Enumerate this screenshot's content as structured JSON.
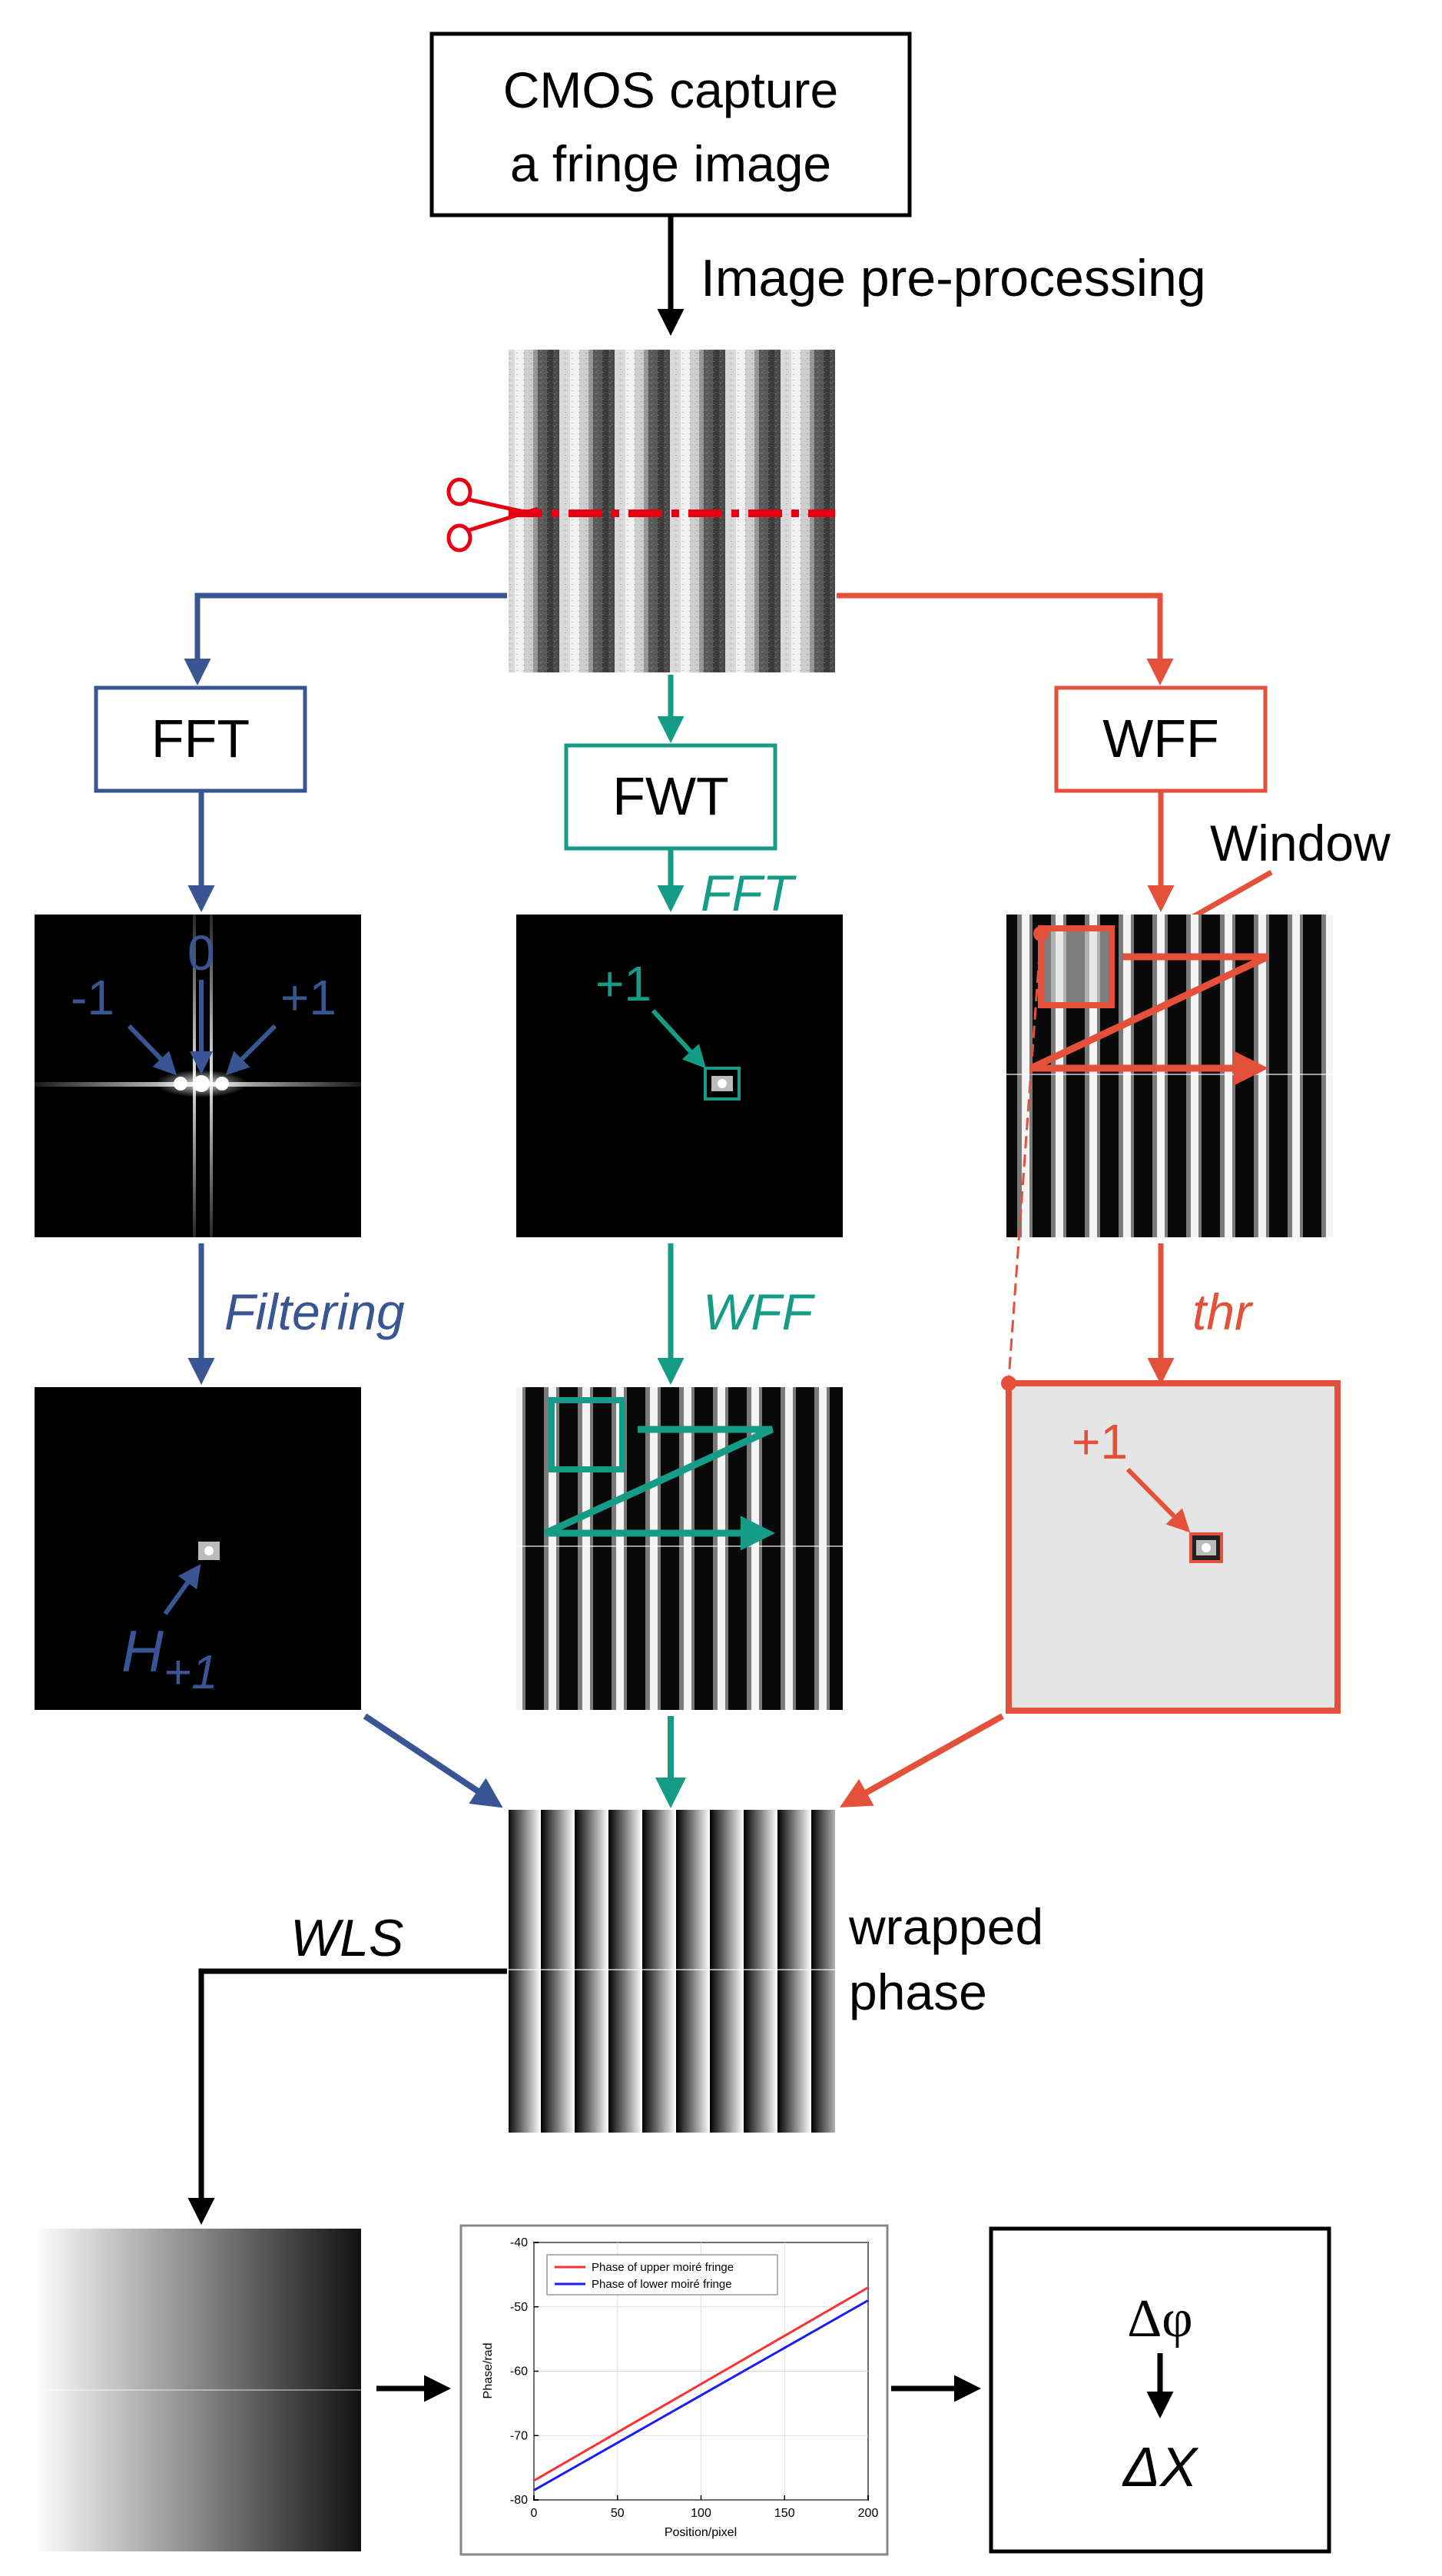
{
  "colors": {
    "fft": "#3a5593",
    "fwt": "#159c86",
    "wff": "#e4503a",
    "cut": "#e60012",
    "black": "#000000",
    "panel_bg": "#e5e5e5",
    "upper_line": "#ff3030",
    "lower_line": "#1a1aff"
  },
  "top": {
    "capture_line1": "CMOS capture",
    "capture_line2": "a  fringe image",
    "preprocess_label": "Image pre-processing"
  },
  "fft_branch": {
    "box_label": "FFT",
    "order_minus": "-1",
    "order_zero": "0",
    "order_plus": "+1",
    "filtering_label": "Filtering",
    "h_label": "H",
    "h_subscript": "+1"
  },
  "fwt_branch": {
    "box_label": "FWT",
    "fft_label": "FFT",
    "order_plus": "+1",
    "wff_label": "WFF"
  },
  "wff_branch": {
    "box_label": "WFF",
    "window_label": "Window",
    "thr_label": "thr",
    "order_plus": "+1"
  },
  "phase": {
    "wrapped_line1": "wrapped",
    "wrapped_line2": "phase",
    "wls_label": "WLS"
  },
  "result": {
    "delta_phi": "Δφ",
    "delta_x": "ΔX"
  },
  "chart_data": {
    "type": "line",
    "xlabel": "Position/pixel",
    "ylabel": "Phase/rad",
    "xlim": [
      0,
      200
    ],
    "ylim": [
      -80,
      -40
    ],
    "xticks": [
      "0",
      "50",
      "100",
      "150",
      "200"
    ],
    "yticks": [
      "-40",
      "-50",
      "-60",
      "-70",
      "-80"
    ],
    "grid": true,
    "legend_position": "top-left",
    "series": [
      {
        "name": "Phase of upper moiré fringe",
        "x": [
          0,
          200
        ],
        "y": [
          -77,
          -47
        ]
      },
      {
        "name": "Phase of lower moiré fringe",
        "x": [
          0,
          200
        ],
        "y": [
          -78.5,
          -49
        ]
      }
    ]
  }
}
